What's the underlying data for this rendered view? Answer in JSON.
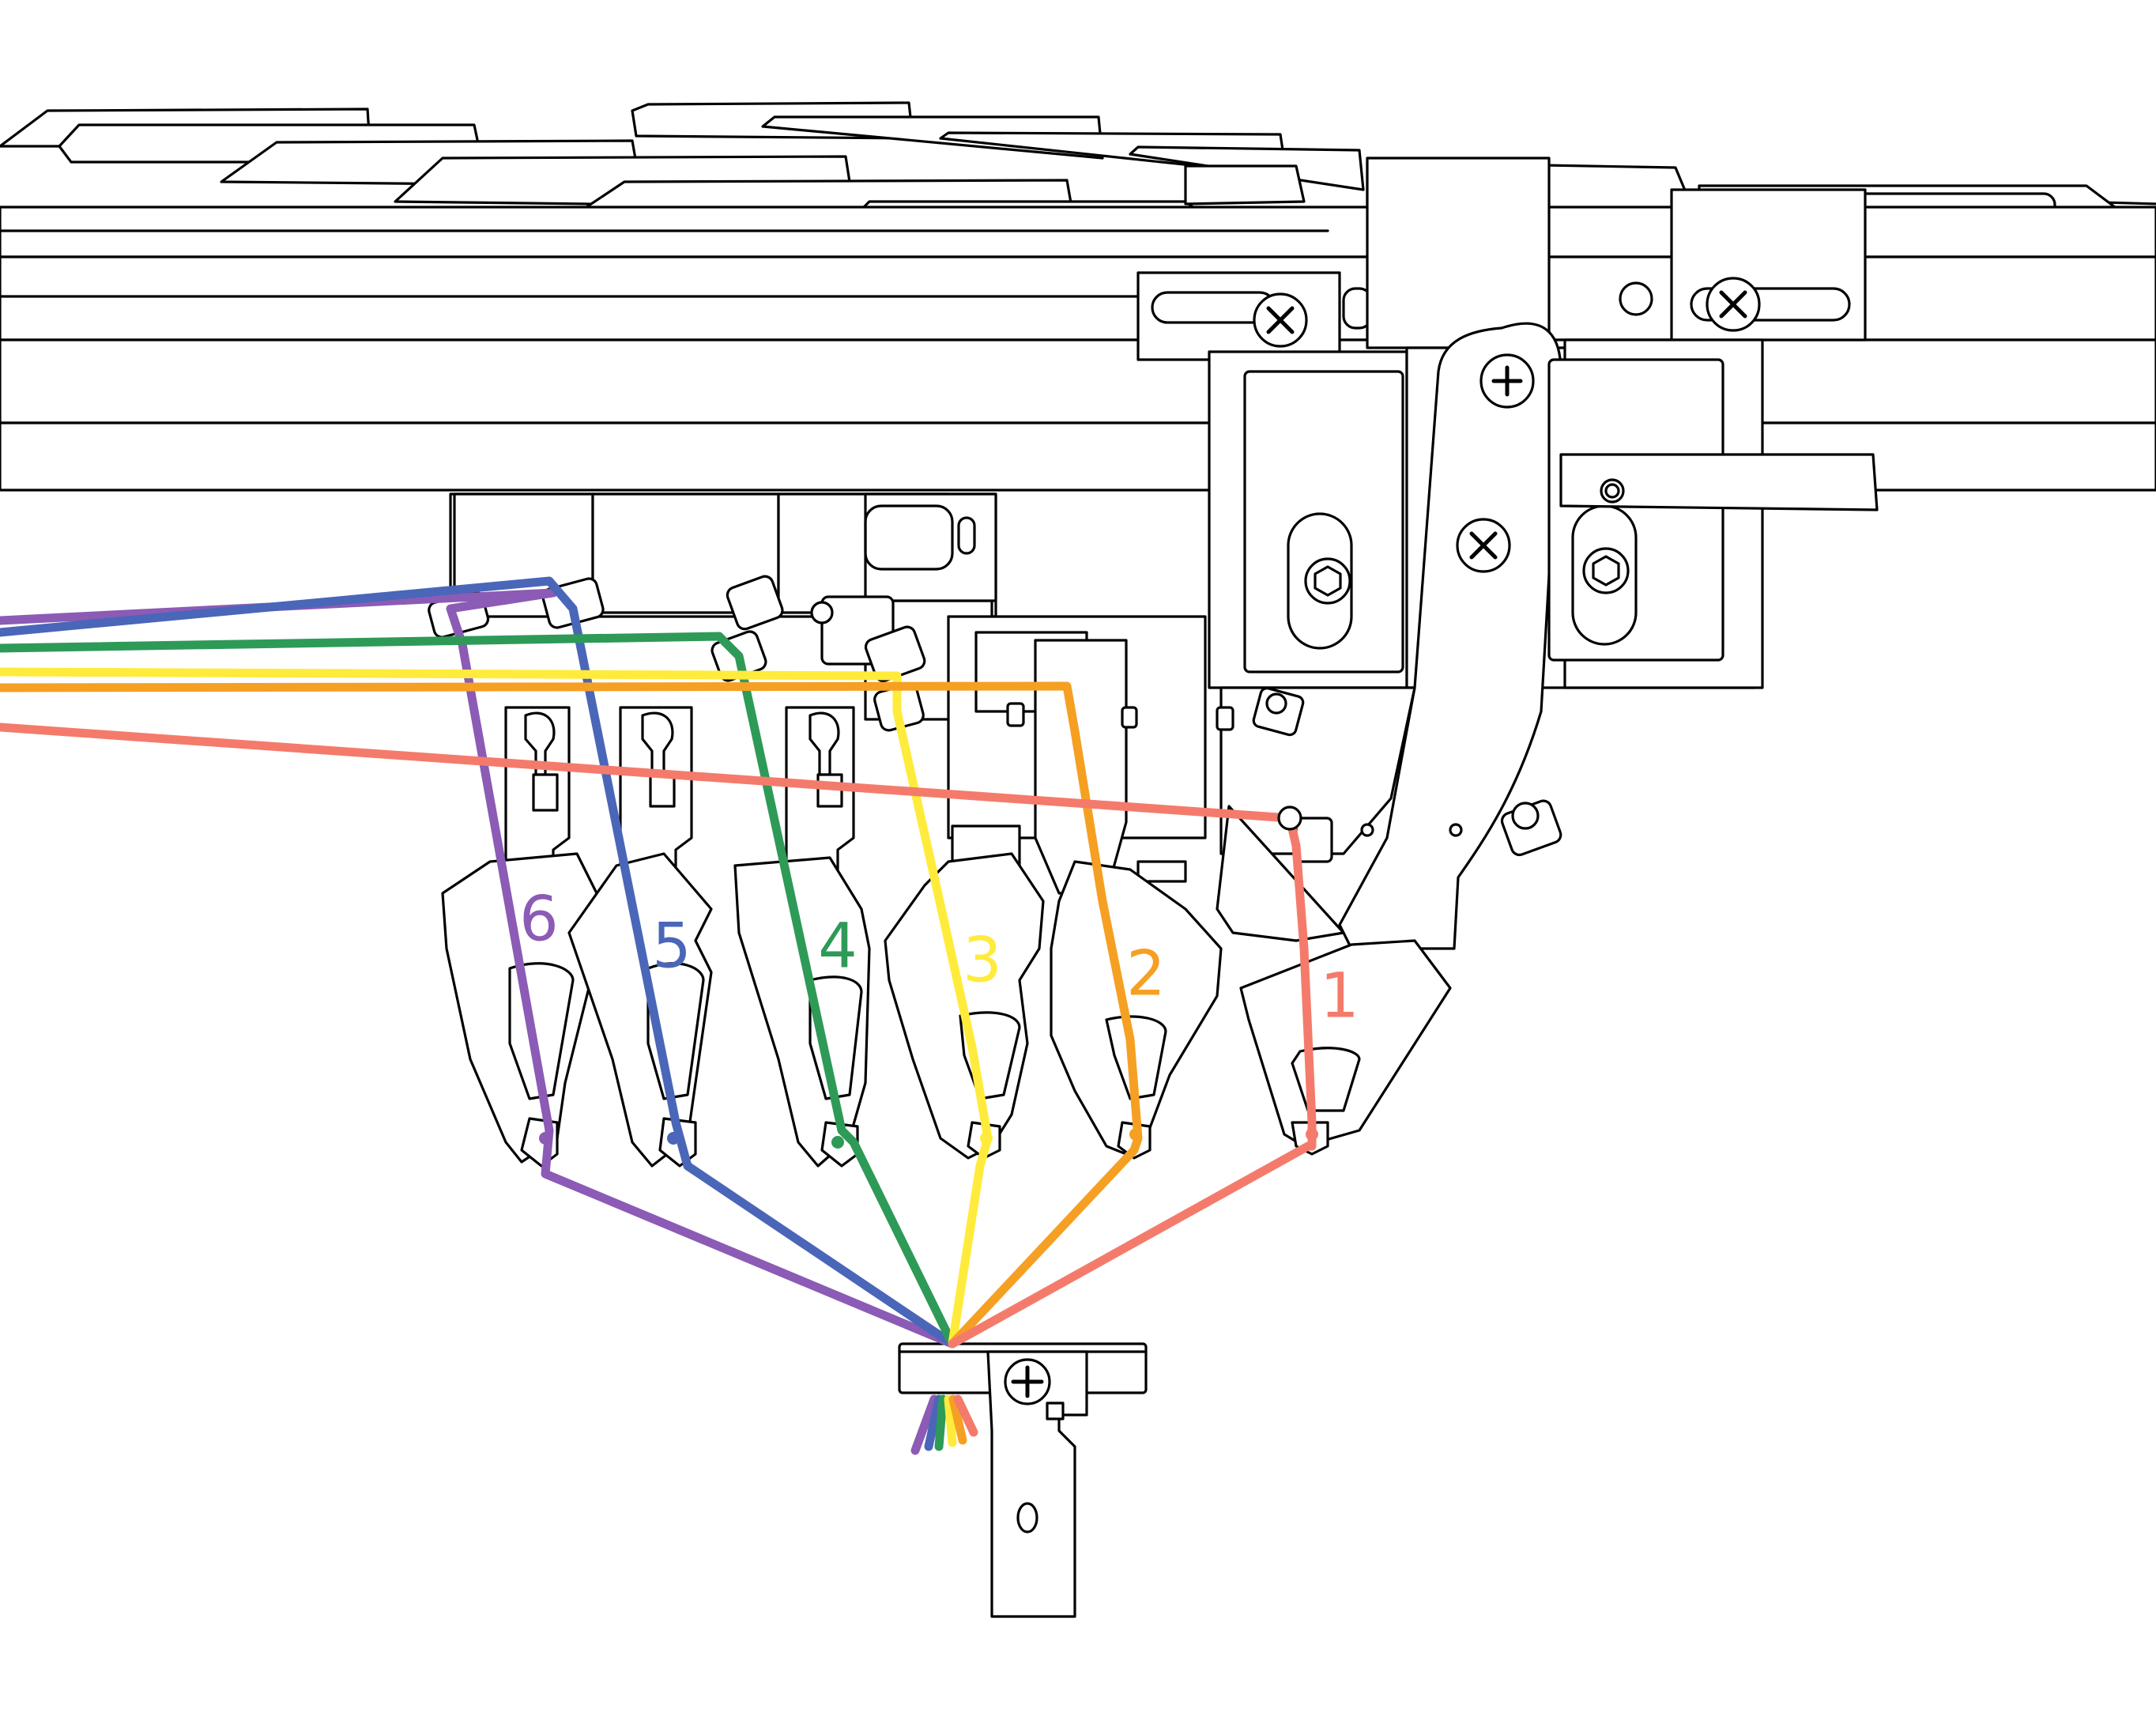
{
  "threads": [
    {
      "number": "6",
      "color": "#8B5BB5"
    },
    {
      "number": "5",
      "color": "#4A66B8"
    },
    {
      "number": "4",
      "color": "#2E9A57"
    },
    {
      "number": "3",
      "color": "#FFEB3B"
    },
    {
      "number": "2",
      "color": "#F5A023"
    },
    {
      "number": "1",
      "color": "#F47B6B"
    }
  ],
  "icons": {
    "screw_cross": "cross-screw-icon",
    "screw_plus": "phillips-screw-icon",
    "hex_bolt": "hex-bolt-icon"
  }
}
